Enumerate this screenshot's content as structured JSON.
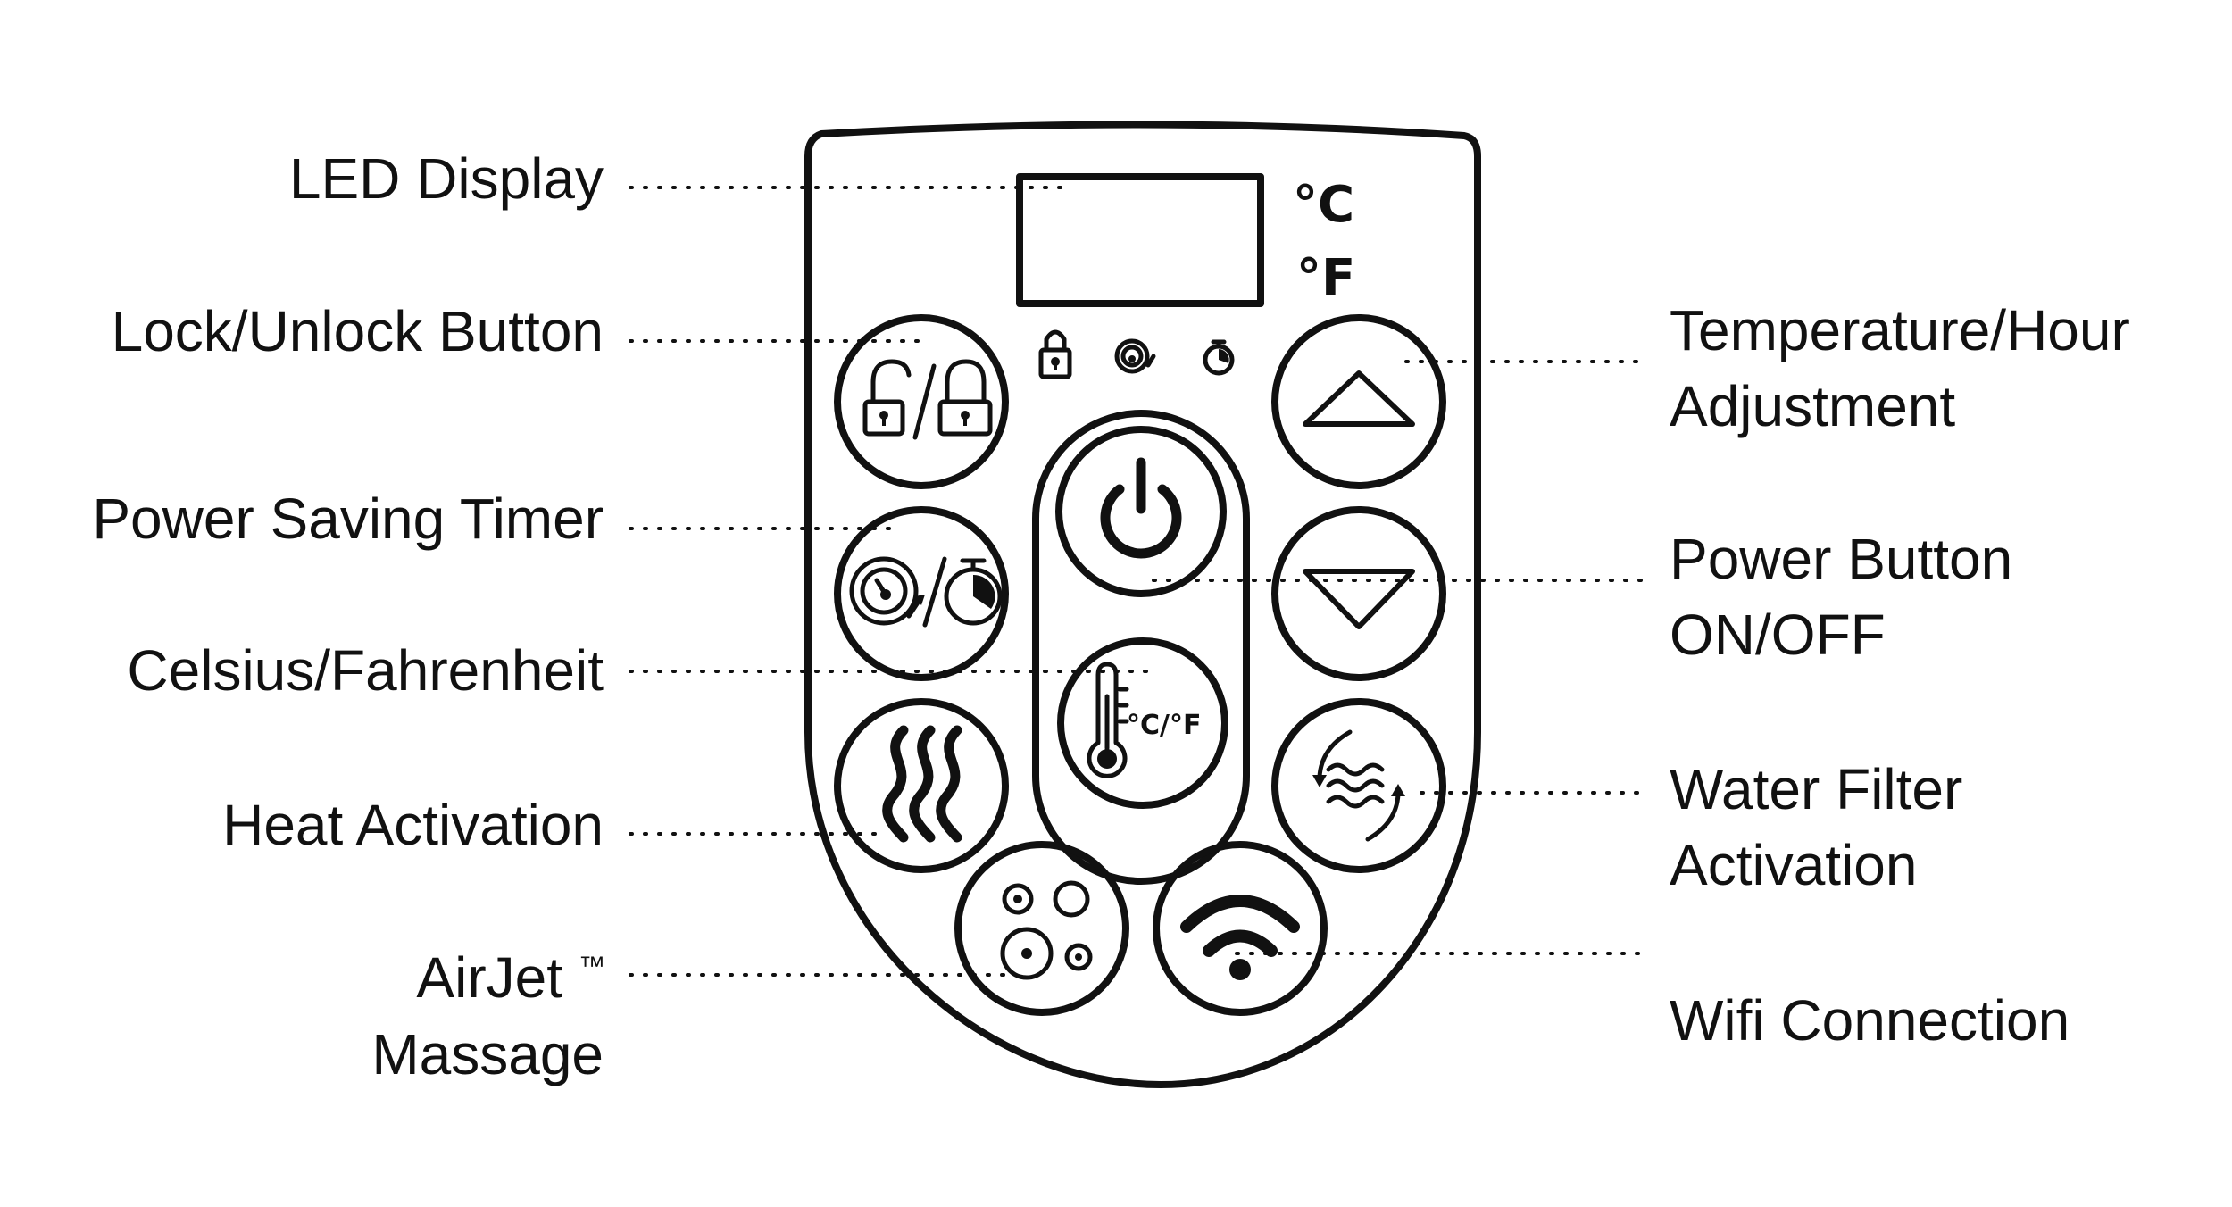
{
  "labels_left": {
    "led_display": "LED Display",
    "lock_unlock": "Lock/Unlock Button",
    "power_saving_timer": "Power Saving Timer",
    "celsius_fahrenheit": "Celsius/Fahrenheit",
    "heat_activation": "Heat Activation",
    "airjet_line1": "AirJet",
    "airjet_tm": "™",
    "airjet_line2": "Massage"
  },
  "labels_right": {
    "temp_hour_line1": "Temperature/Hour",
    "temp_hour_line2": "Adjustment",
    "power_line1": "Power Button",
    "power_line2": "ON/OFF",
    "water_filter_line1": "Water Filter",
    "water_filter_line2": "Activation",
    "wifi": "Wifi Connection"
  },
  "panel": {
    "unit_celsius": "°C",
    "unit_fahrenheit": "°F",
    "cf_button_text": "°C/°F"
  },
  "colors": {
    "ink": "#111111",
    "background": "#ffffff"
  }
}
